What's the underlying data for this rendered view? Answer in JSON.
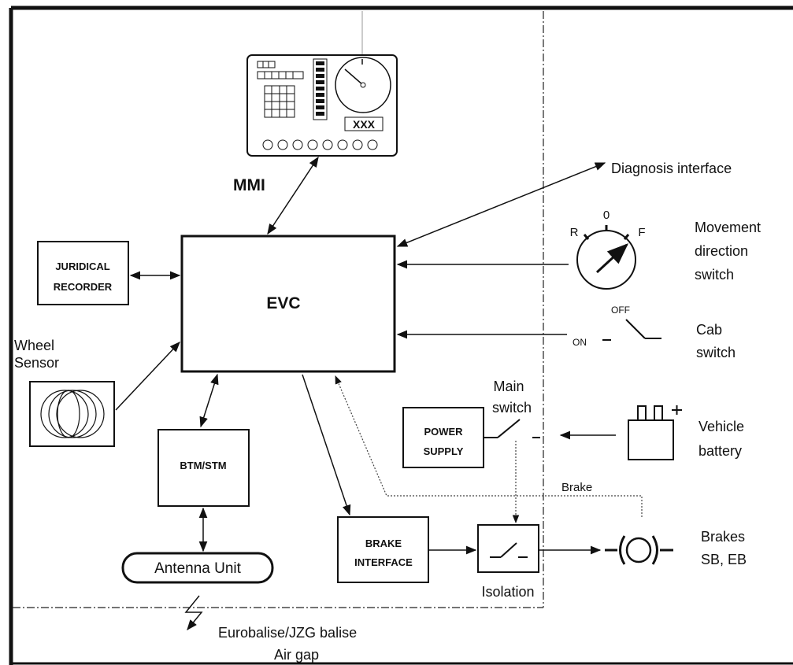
{
  "diagram": {
    "labels": {
      "mmi": "MMI",
      "evc": "EVC",
      "juridical_recorder": [
        "JURIDICAL",
        "RECORDER"
      ],
      "wheel_sensor": [
        "Wheel",
        "Sensor"
      ],
      "btm_stm": "BTM/STM",
      "antenna_unit": "Antenna Unit",
      "brake_interface": [
        "BRAKE",
        "INTERFACE"
      ],
      "power_supply": [
        "POWER",
        "SUPPLY"
      ],
      "isolation": "Isolation",
      "main_switch": [
        "Main",
        "switch"
      ],
      "diagnosis_interface": "Diagnosis interface",
      "movement_direction_switch": [
        "Movement",
        "direction",
        "switch"
      ],
      "direction_marks": {
        "r": "R",
        "zero": "0",
        "f": "F"
      },
      "cab_switch": [
        "Cab",
        "switch"
      ],
      "cab_on": "ON",
      "cab_off": "OFF",
      "vehicle_battery": [
        "Vehicle",
        "battery"
      ],
      "brake_line": "Brake",
      "brakes": [
        "Brakes",
        "SB, EB"
      ],
      "eurobalise": "Eurobalise/JZG balise",
      "air_gap": "Air gap",
      "mmi_display": "XXX"
    },
    "icons": [
      "mmi-panel-icon",
      "wheel-sensor-coils-icon",
      "direction-dial-icon",
      "cab-switch-icon",
      "main-switch-icon",
      "battery-icon",
      "isolation-switch-icon",
      "brake-symbol-icon",
      "air-gap-lightning-icon"
    ]
  }
}
